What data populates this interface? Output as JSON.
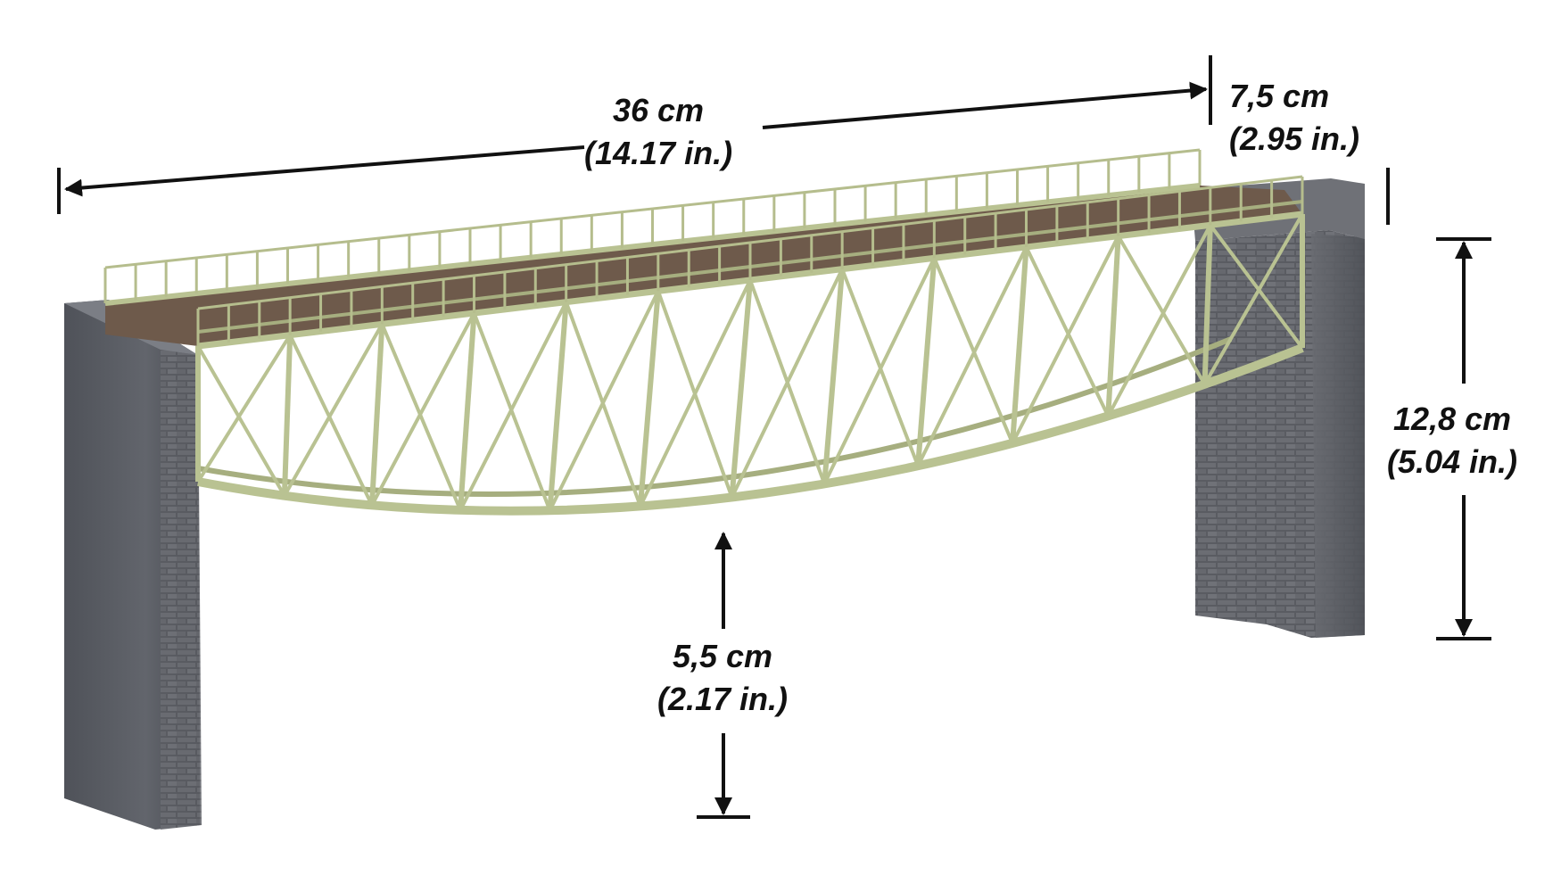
{
  "dimensions": {
    "length": {
      "metric": "36 cm",
      "imperial": "(14.17 in.)"
    },
    "width": {
      "metric": "7,5 cm",
      "imperial": "(2.95 in.)"
    },
    "height": {
      "metric": "12,8 cm",
      "imperial": "(5.04 in.)"
    },
    "clearance": {
      "metric": "5,5 cm",
      "imperial": "(2.17 in.)"
    }
  },
  "colors": {
    "truss": "#b9c292",
    "truss_dark": "#8f9868",
    "deck": "#6e5a4b",
    "abutment_left": "#595c63",
    "abutment_right": "#5f6167",
    "dimension_lines": "#111111"
  }
}
